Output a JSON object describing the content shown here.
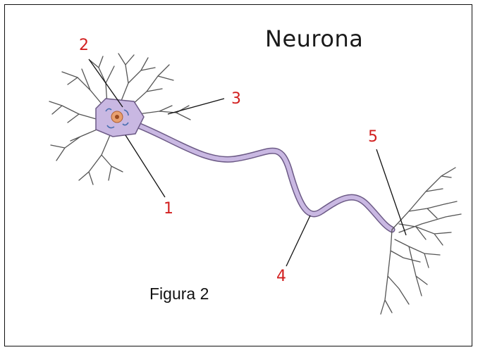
{
  "diagram": {
    "title": "Neurona",
    "caption": "Figura 2",
    "labels": [
      "1",
      "2",
      "3",
      "4",
      "5"
    ]
  },
  "colors": {
    "neuron_fill": "#c9b8e2",
    "neuron_outline": "#6c5a86",
    "nucleus_fill": "#e8a070",
    "dendrite": "#555555",
    "label": "#d21f1f",
    "leader_line": "#111111",
    "border": "#111111"
  }
}
